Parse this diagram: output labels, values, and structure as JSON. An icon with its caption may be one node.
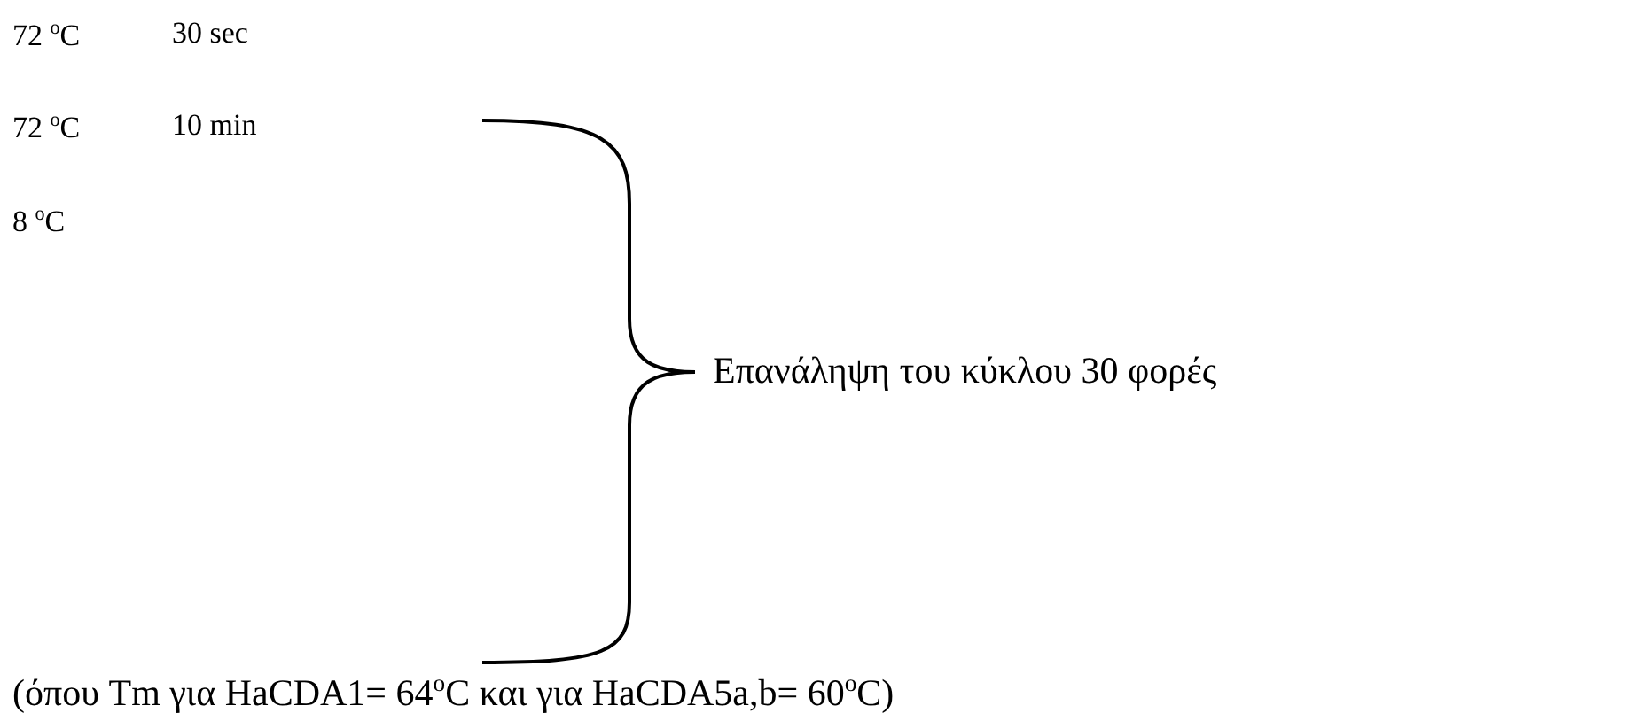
{
  "diagram": {
    "labels": [
      "72 $^{o}$C",
      "30 sec",
      "72 $^{o}$C",
      "10 min",
      "8 $^{o}$C",
      "Επανάληψη του κύκλου 30 φορές",
      "(όπου Tm για HaCDA1= 64$^{o}$C και για HaCDA5a,b= 60$^{o}$C)"
    ]
  }
}
